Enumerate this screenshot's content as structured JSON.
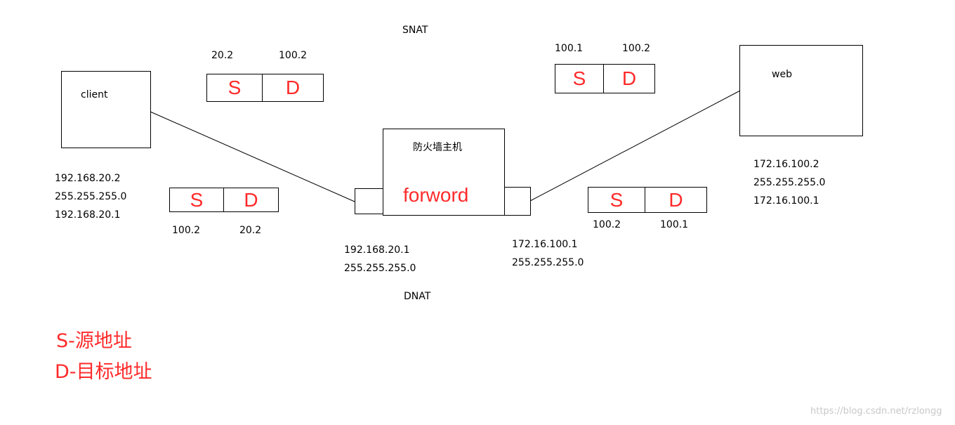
{
  "labels": {
    "snat": "SNAT",
    "dnat": "DNAT",
    "forward": "forword"
  },
  "hosts": {
    "client": {
      "name": "client",
      "ip": "192.168.20.2",
      "mask": "255.255.255.0",
      "gateway": "192.168.20.1"
    },
    "firewall": {
      "name": "防火墙主机",
      "left_ip": "192.168.20.1",
      "left_mask": "255.255.255.0",
      "right_ip": "172.16.100.1",
      "right_mask": "255.255.255.0"
    },
    "web": {
      "name": "web",
      "ip": "172.16.100.2",
      "mask": "255.255.255.0",
      "gateway": "172.16.100.1"
    }
  },
  "packets": {
    "client_out": {
      "src": "20.2",
      "dst": "100.2",
      "s_label": "S",
      "d_label": "D"
    },
    "web_in": {
      "src": "100.1",
      "dst": "100.2",
      "s_label": "S",
      "d_label": "D"
    },
    "client_in": {
      "src": "100.2",
      "dst": "20.2",
      "s_label": "S",
      "d_label": "D"
    },
    "web_out": {
      "src": "100.2",
      "dst": "100.1",
      "s_label": "S",
      "d_label": "D"
    }
  },
  "legend": {
    "s_line": "S-源地址",
    "d_line": "D-目标地址"
  },
  "watermark": "https://blog.csdn.net/rzlongg",
  "colors": {
    "accent": "#ff2a2a",
    "line": "#000000"
  }
}
